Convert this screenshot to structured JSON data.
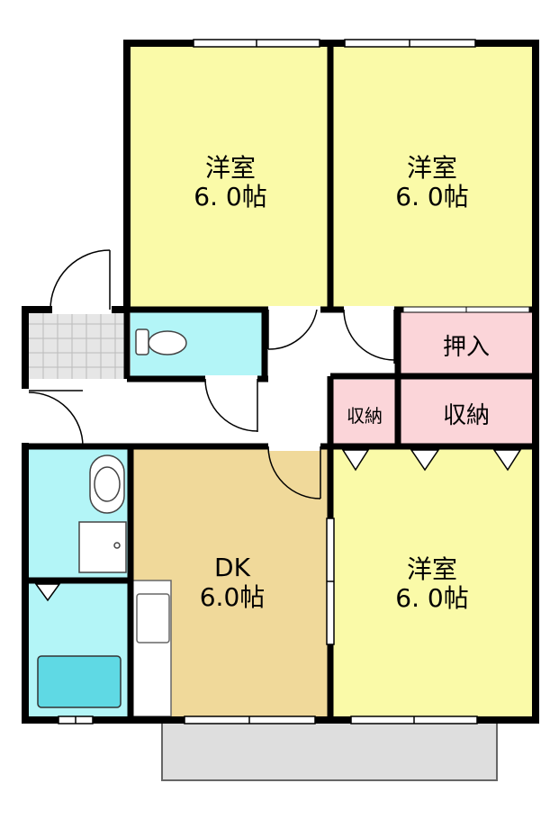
{
  "rooms": {
    "bedroom_nw": {
      "name": "洋室",
      "size": "6. 0帖"
    },
    "bedroom_ne": {
      "name": "洋室",
      "size": "6. 0帖"
    },
    "bedroom_se": {
      "name": "洋室",
      "size": "6. 0帖"
    },
    "dk": {
      "name": "DK",
      "size": "6.0帖"
    },
    "oshiire": {
      "name": "押入"
    },
    "closet_small": {
      "name": "収納"
    },
    "closet_large": {
      "name": "収納"
    }
  },
  "colors": {
    "bedroom": "#fafaa8",
    "dk": "#f0d99a",
    "wet": "#b3f5f7",
    "storage": "#fbd5d9",
    "hall": "#ffffff",
    "balcony": "#dedede",
    "tile": "#e6e6e6",
    "wall": "#000000"
  }
}
